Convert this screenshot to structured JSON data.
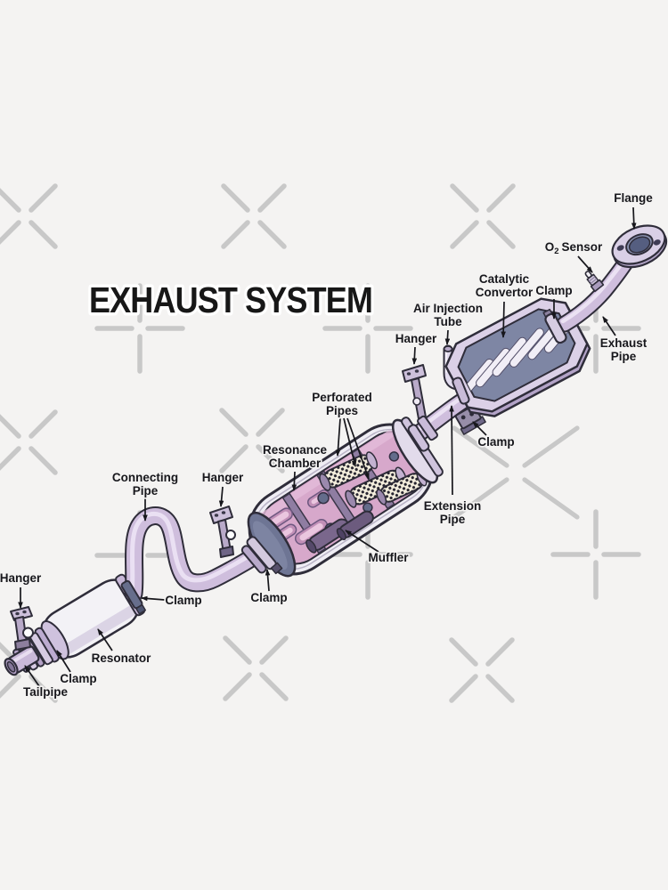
{
  "title": "EXHAUST SYSTEM",
  "colors": {
    "background": "#f4f3f2",
    "watermark": "#c3c3c3",
    "outline": "#2f2d3a",
    "pipe": "#cfbedd",
    "pipe_highlight": "#ebe2f3",
    "muffler_shell": "#efedf4",
    "muffler_interior": "#d7a8cb",
    "metal_panel": "#7e86a4",
    "end_cap": "#6e7594",
    "title_text": "#171717",
    "label_text": "#17171c"
  },
  "labels": {
    "flange": "Flange",
    "o2_sensor": {
      "pre": "O",
      "sub": "2",
      "post": "Sensor"
    },
    "catalytic_convertor": {
      "line1": "Catalytic",
      "line2": "Convertor"
    },
    "clamp_catalytic": "Clamp",
    "exhaust_pipe": {
      "line1": "Exhaust",
      "line2": "Pipe"
    },
    "air_injection_tube": {
      "line1": "Air Injection",
      "line2": "Tube"
    },
    "hanger_upper": "Hanger",
    "clamp_extension": "Clamp",
    "extension_pipe": {
      "line1": "Extension",
      "line2": "Pipe"
    },
    "perforated_pipes": {
      "line1": "Perforated",
      "line2": "Pipes"
    },
    "resonance_chamber": {
      "line1": "Resonance",
      "line2": "Chamber"
    },
    "muffler": "Muffler",
    "connecting_pipe": {
      "line1": "Connecting",
      "line2": "Pipe"
    },
    "hanger_middle": "Hanger",
    "clamp_muffler_inlet": "Clamp",
    "clamp_resonator": "Clamp",
    "hanger_lower": "Hanger",
    "resonator": "Resonator",
    "clamp_tailpipe": "Clamp",
    "tailpipe": "Tailpipe"
  }
}
